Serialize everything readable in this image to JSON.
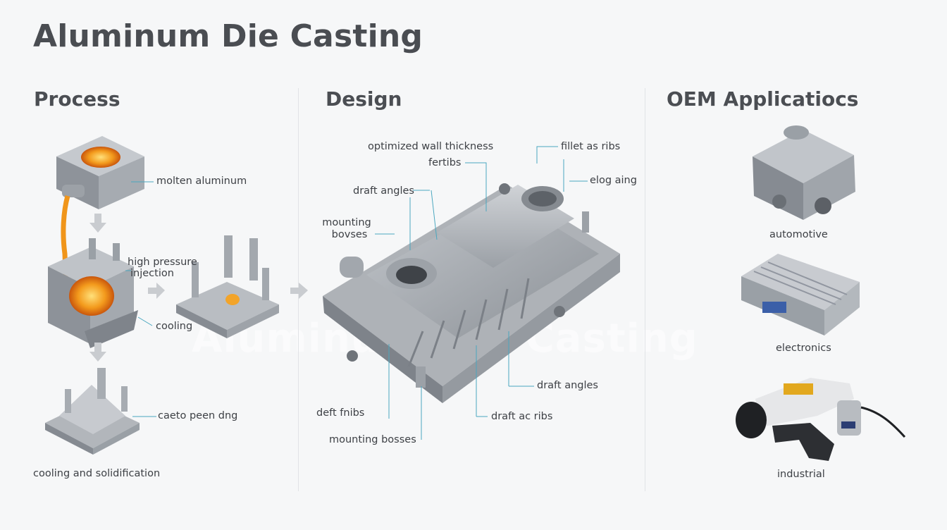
{
  "title": "Aluminum Die Casting",
  "watermark": "Aluminum Die Casting",
  "columns": {
    "process": "Process",
    "design": "Design",
    "oem": "OEM Applicatiocs"
  },
  "process_labels": {
    "molten": "molten aluminum",
    "high_pressure": "high pressure",
    "injection": "injection",
    "cooling": "cooling",
    "ejection": "caeto peen dng",
    "solidification": "cooling and solidification"
  },
  "design_labels": {
    "wall": "optimized wall thickness",
    "fertibs": "fertibs",
    "fillet": "fillet as ribs",
    "elog": "elog aing",
    "draft_top": "draft angles",
    "mounting1": "mounting",
    "mounting2": "bovses",
    "draft_right": "draft angles",
    "deft": "deft fnibs",
    "draft_ac": "draft ac ribs",
    "bosses": "mounting bosses"
  },
  "oem_labels": {
    "automotive": "automotive",
    "electronics": "electronics",
    "industrial": "industrial"
  },
  "colors": {
    "leader": "#4aa7bf",
    "metal": "#a9adb2",
    "metal_dark": "#7d8288",
    "molten": "#f29a1e",
    "arrow": "#c9ccd0"
  }
}
